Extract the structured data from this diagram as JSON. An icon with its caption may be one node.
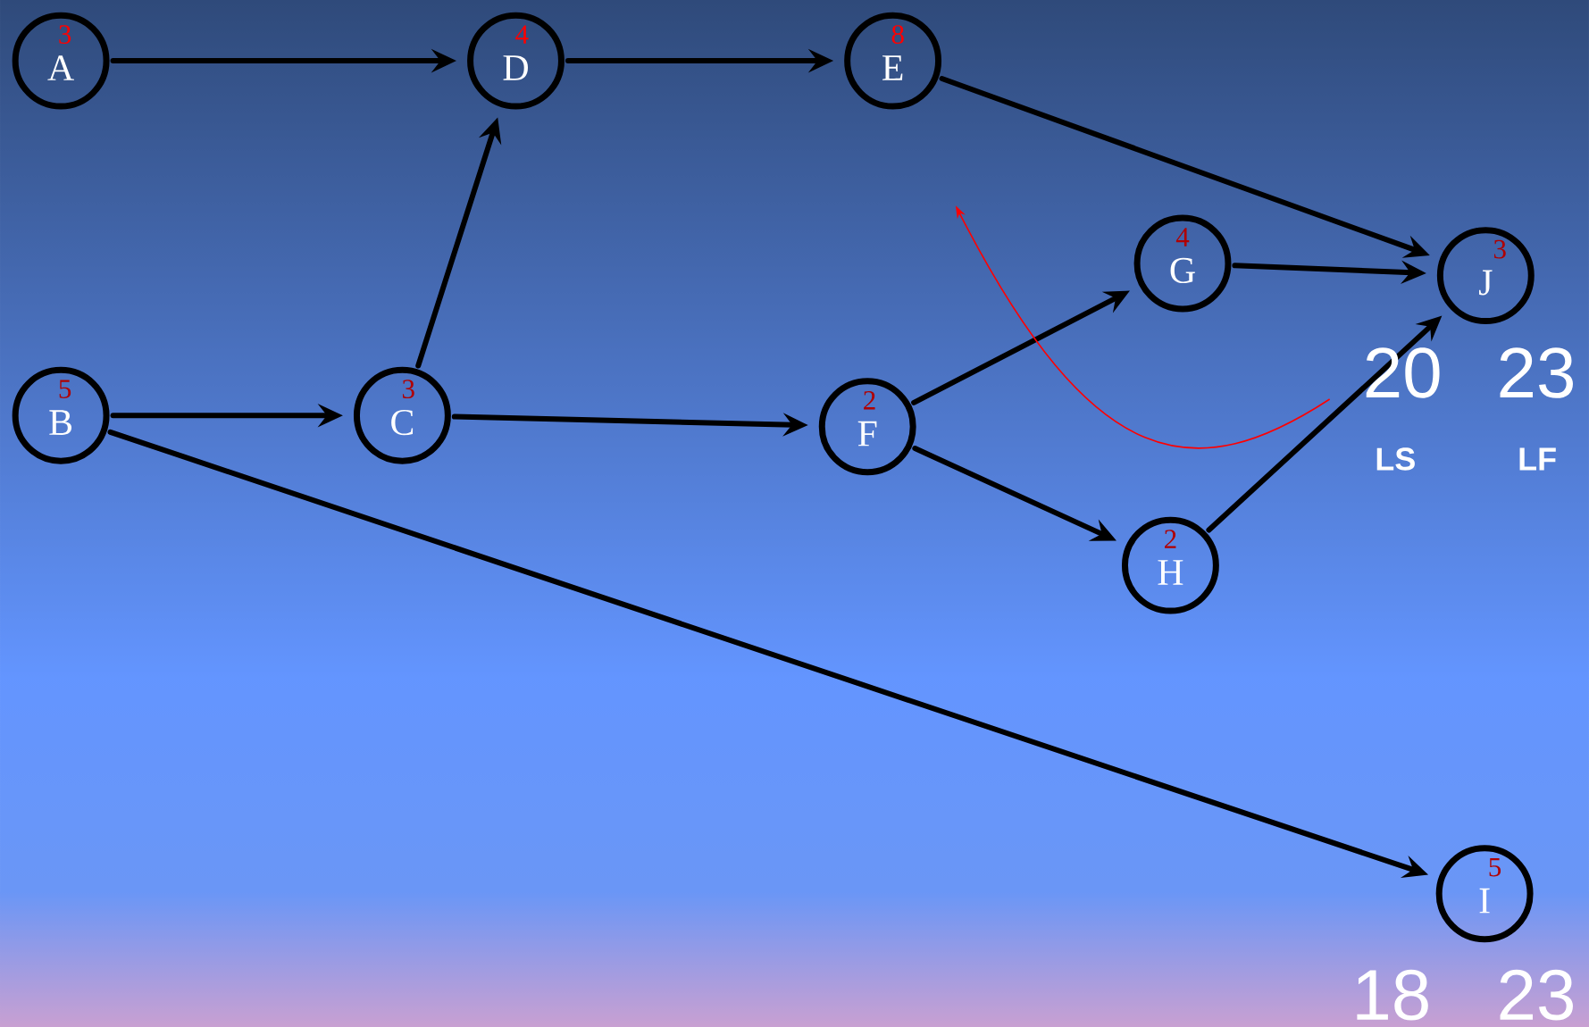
{
  "diagram": {
    "nodes": [
      {
        "text": [
          "3",
          "A"
        ]
      },
      {
        "text": [
          "4",
          "D"
        ]
      },
      {
        "text": [
          "8",
          "E"
        ]
      },
      {
        "text": [
          "4",
          "G"
        ]
      },
      {
        "text": [
          "3",
          "J"
        ]
      },
      {
        "text": [
          "5",
          "B"
        ]
      },
      {
        "text": [
          "3",
          "C"
        ]
      },
      {
        "text": [
          "2",
          "F"
        ]
      },
      {
        "text": [
          "2",
          "H"
        ]
      },
      {
        "text": [
          "5",
          "I"
        ]
      }
    ],
    "edges": [
      {
        "from": 0,
        "to": 1,
        "arrow": "to"
      },
      {
        "from": 1,
        "to": 2,
        "arrow": "to"
      },
      {
        "from": 2,
        "to": 4,
        "arrow": "to"
      },
      {
        "from": 3,
        "to": 4,
        "arrow": "to"
      },
      {
        "from": 5,
        "to": 6,
        "arrow": "to"
      },
      {
        "from": 6,
        "to": 1,
        "arrow": "to"
      },
      {
        "from": 6,
        "to": 7,
        "arrow": "to"
      },
      {
        "from": 7,
        "to": 3,
        "arrow": "to"
      },
      {
        "from": 7,
        "to": 8,
        "arrow": "to"
      },
      {
        "from": 8,
        "to": 4,
        "arrow": "to"
      },
      {
        "from": 5,
        "to": 9,
        "arrow": "to"
      }
    ],
    "labels": [
      "20",
      "23",
      "LS",
      "LF",
      "18",
      "23"
    ]
  }
}
